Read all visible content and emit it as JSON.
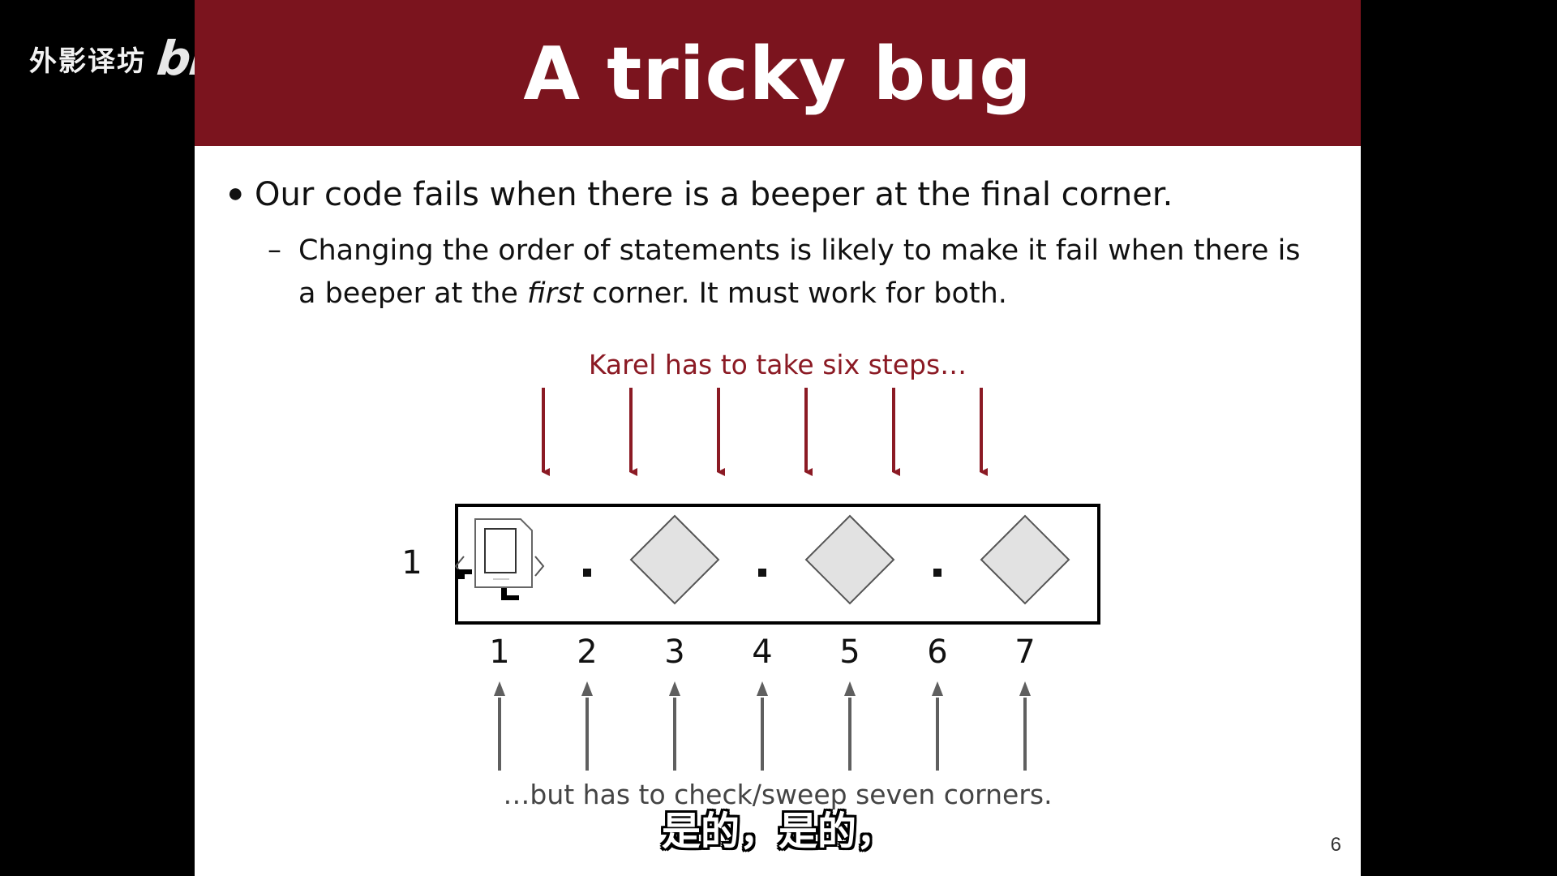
{
  "watermark": {
    "text": "外影译坊",
    "logo": "bilibili"
  },
  "slide": {
    "title": "A tricky bug",
    "bullet": "Our code fails when there is a beeper at the final corner.",
    "sub_bullet": {
      "part1": "Changing the order of statements is likely to make it fail when there is a beeper at the ",
      "emphasis": "first",
      "part2": " corner.  It must work for both."
    },
    "caption_top": "Karel has to take six steps…",
    "caption_bottom": "…but has to check/sweep seven corners.",
    "page_number": "6"
  },
  "diagram": {
    "row_label": "1",
    "corner_labels": [
      "1",
      "2",
      "3",
      "4",
      "5",
      "6",
      "7"
    ],
    "beeper_corners": [
      3,
      5,
      7
    ],
    "karel_corner": 1,
    "step_arrow_count": 6,
    "colors": {
      "step_arrow": "#8b1a24",
      "check_arrow": "#5f5f5f",
      "beeper_fill": "#e2e2e2"
    }
  },
  "subtitle": "是的，是的，"
}
